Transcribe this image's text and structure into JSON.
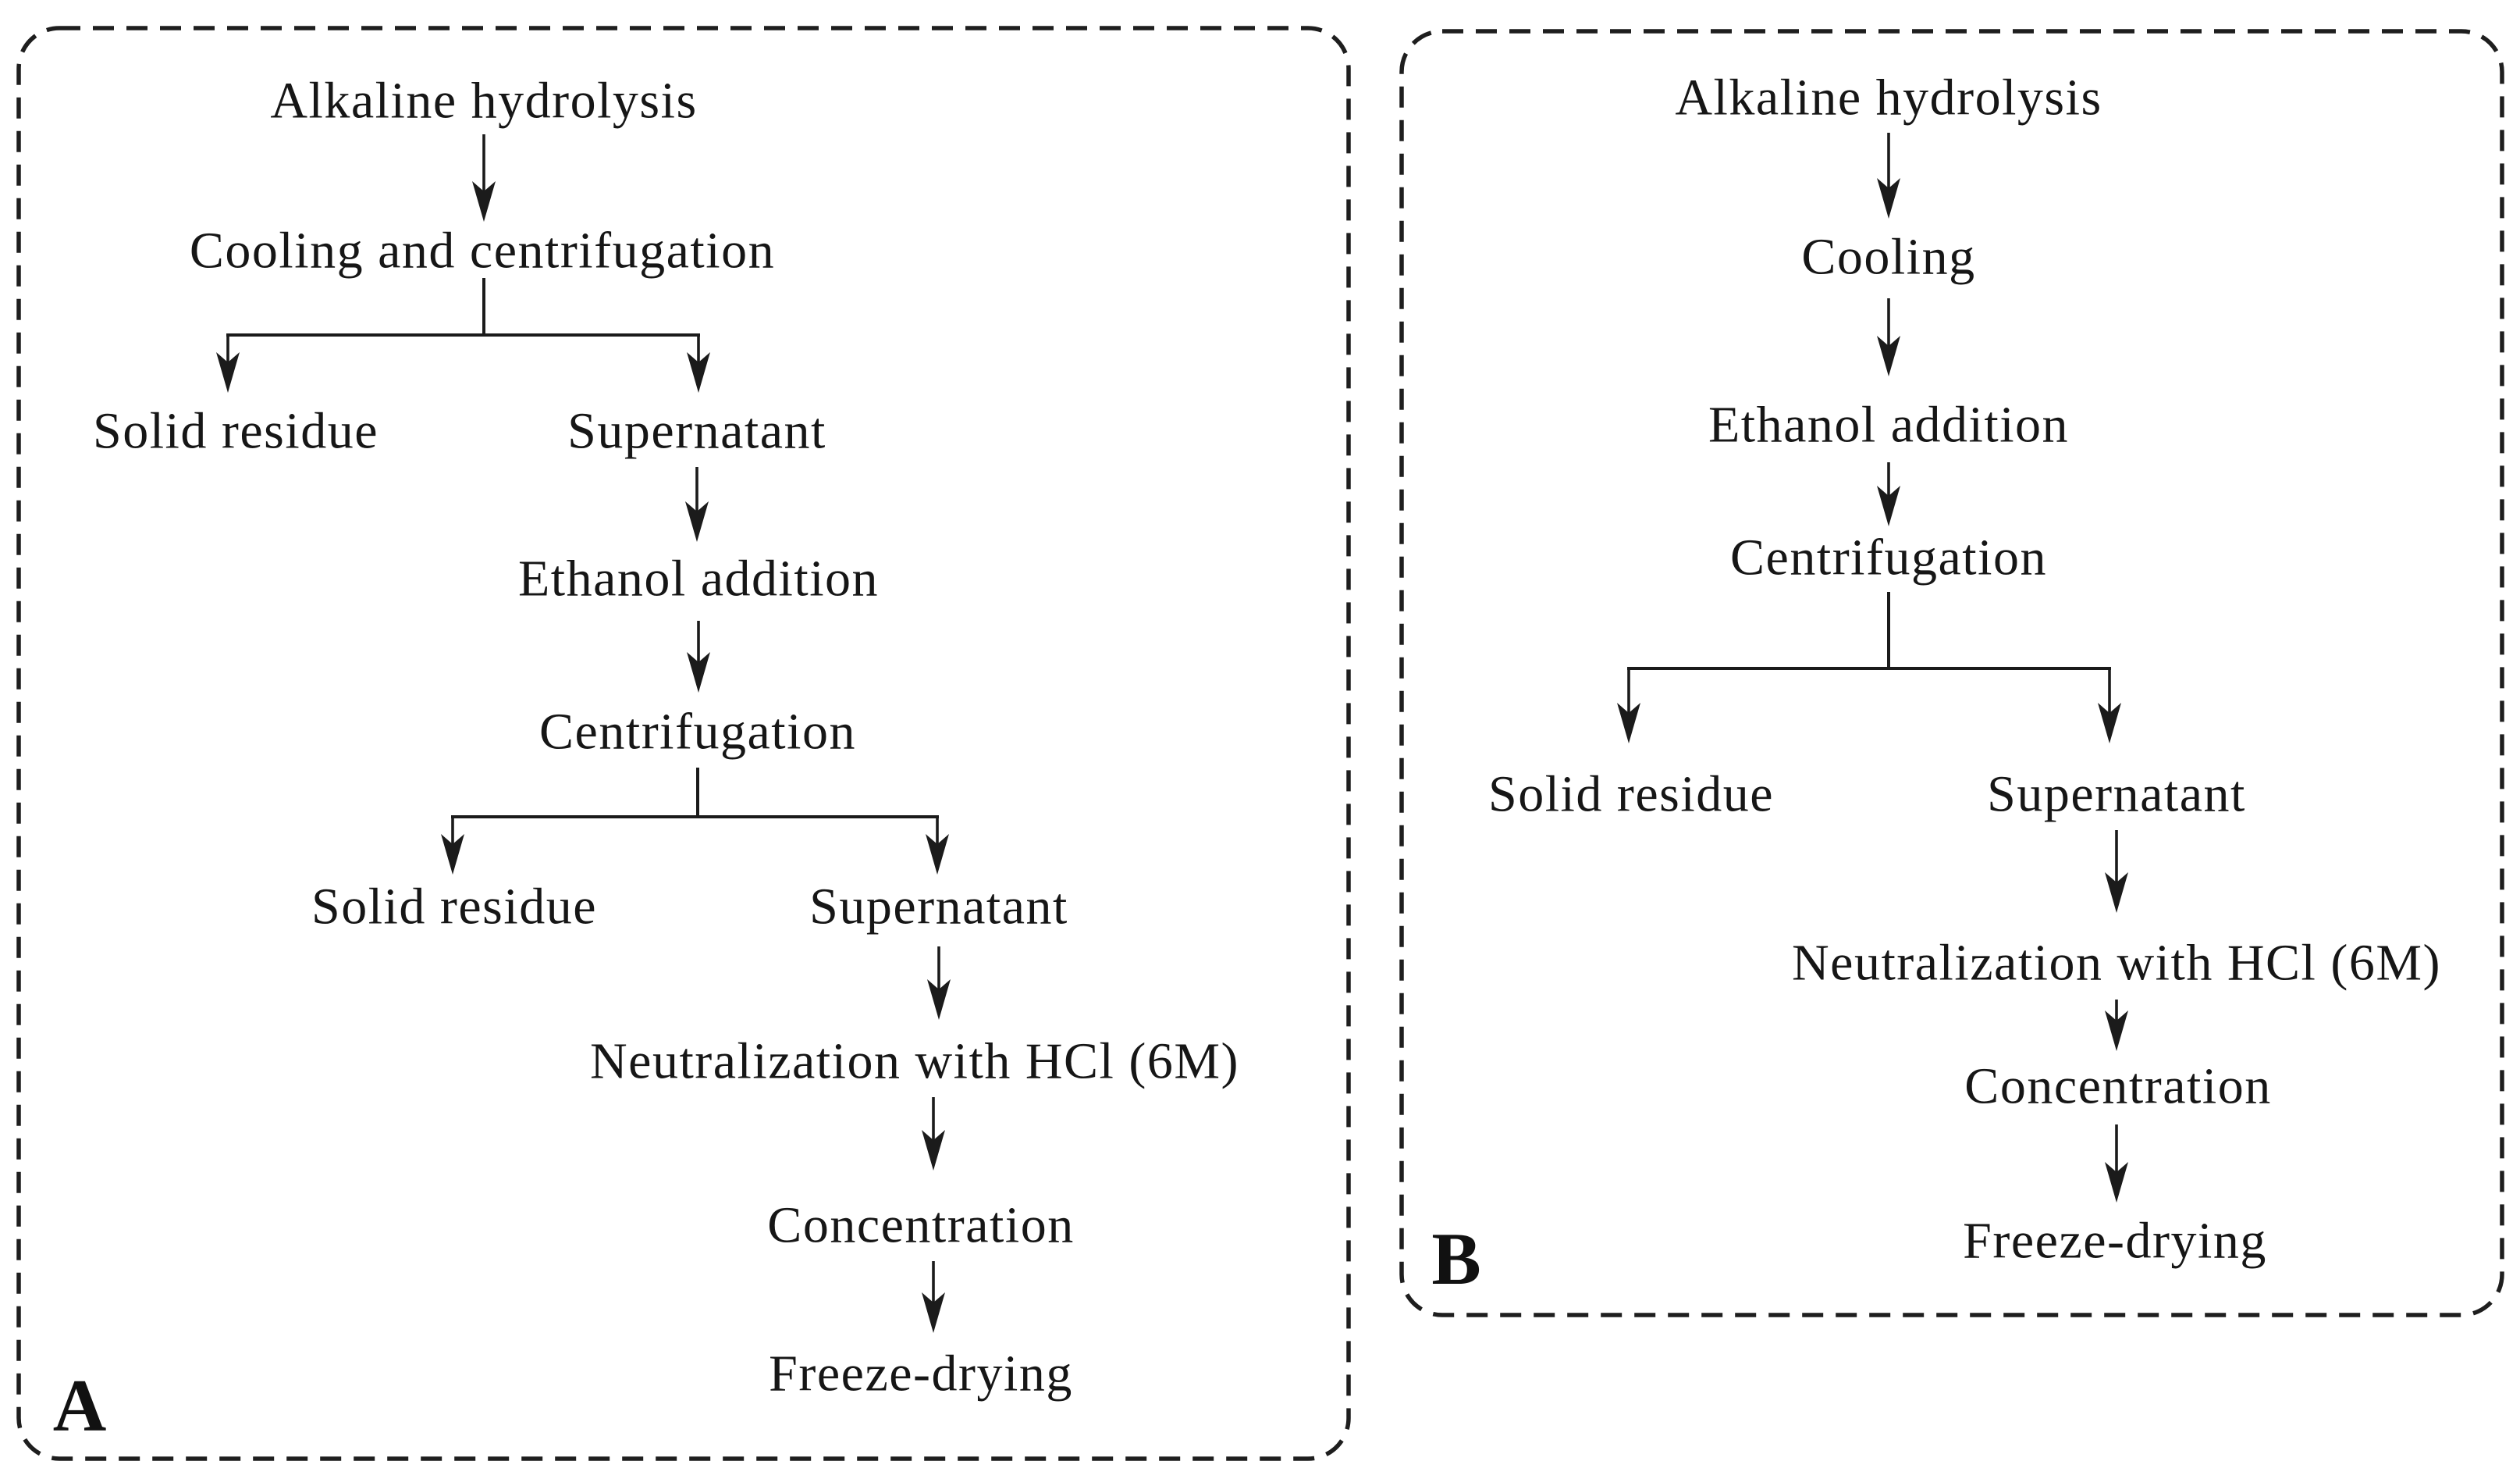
{
  "figure": {
    "background_color": "#ffffff",
    "line_color": "#1b1b1b",
    "text_color": "#161616"
  },
  "panel_a": {
    "label": "A",
    "nodes": {
      "alkaline_hydrolysis": "Alkaline hydrolysis",
      "cooling_centrifugation": "Cooling and centrifugation",
      "solid_residue_1": "Solid residue",
      "supernatant_1": "Supernatant",
      "ethanol_addition": "Ethanol addition",
      "centrifugation": "Centrifugation",
      "solid_residue_2": "Solid residue",
      "supernatant_2": "Supernatant",
      "neutralization": "Neutralization with HCl (6M)",
      "concentration": "Concentration",
      "freeze_drying": "Freeze-drying"
    }
  },
  "panel_b": {
    "label": "B",
    "nodes": {
      "alkaline_hydrolysis": "Alkaline hydrolysis",
      "cooling": "Cooling",
      "ethanol_addition": "Ethanol addition",
      "centrifugation": "Centrifugation",
      "solid_residue": "Solid residue",
      "supernatant": "Supernatant",
      "neutralization": "Neutralization with HCl (6M)",
      "concentration": "Concentration",
      "freeze_drying": "Freeze-drying"
    }
  }
}
